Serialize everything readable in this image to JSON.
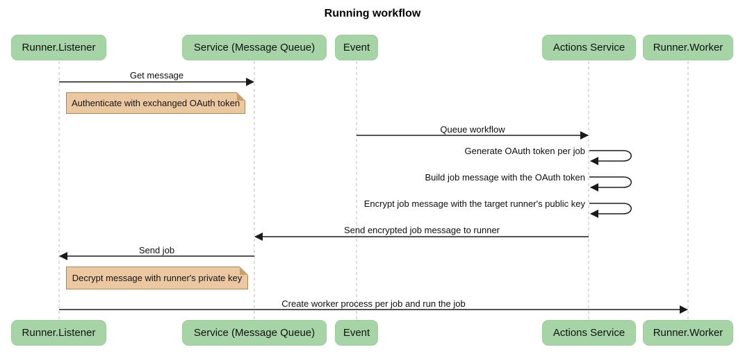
{
  "title": "Running workflow",
  "participants": [
    {
      "label": "Runner.Listener"
    },
    {
      "label": "Service (Message Queue)"
    },
    {
      "label": "Event"
    },
    {
      "label": "Actions Service"
    },
    {
      "label": "Runner.Worker"
    }
  ],
  "messages": [
    {
      "label": "Get message",
      "from": "Runner.Listener",
      "to": "Service (Message Queue)"
    },
    {
      "label": "Queue workflow",
      "from": "Event",
      "to": "Actions Service"
    },
    {
      "label": "Generate OAuth token per job",
      "from": "Actions Service",
      "to": "Actions Service"
    },
    {
      "label": "Build job message with the OAuth token",
      "from": "Actions Service",
      "to": "Actions Service"
    },
    {
      "label": "Encrypt job message with the target runner's public key",
      "from": "Actions Service",
      "to": "Actions Service"
    },
    {
      "label": "Send encrypted job message to runner",
      "from": "Actions Service",
      "to": "Service (Message Queue)"
    },
    {
      "label": "Send job",
      "from": "Service (Message Queue)",
      "to": "Runner.Listener"
    },
    {
      "label": "Create worker process per job and run the job",
      "from": "Runner.Listener",
      "to": "Runner.Worker"
    }
  ],
  "notes": [
    {
      "label": "Authenticate with exchanged OAuth token",
      "over": "Runner.Listener"
    },
    {
      "label": "Decrypt message with runner's private key",
      "over": "Runner.Listener"
    }
  ],
  "colors": {
    "participant_fill": "#a6d4a6",
    "note_fill": "#ecc8a2",
    "note_border": "#a8865a",
    "lifeline": "#bbbbbb",
    "arrow": "#1a1a1a",
    "background": "#ffffff"
  }
}
